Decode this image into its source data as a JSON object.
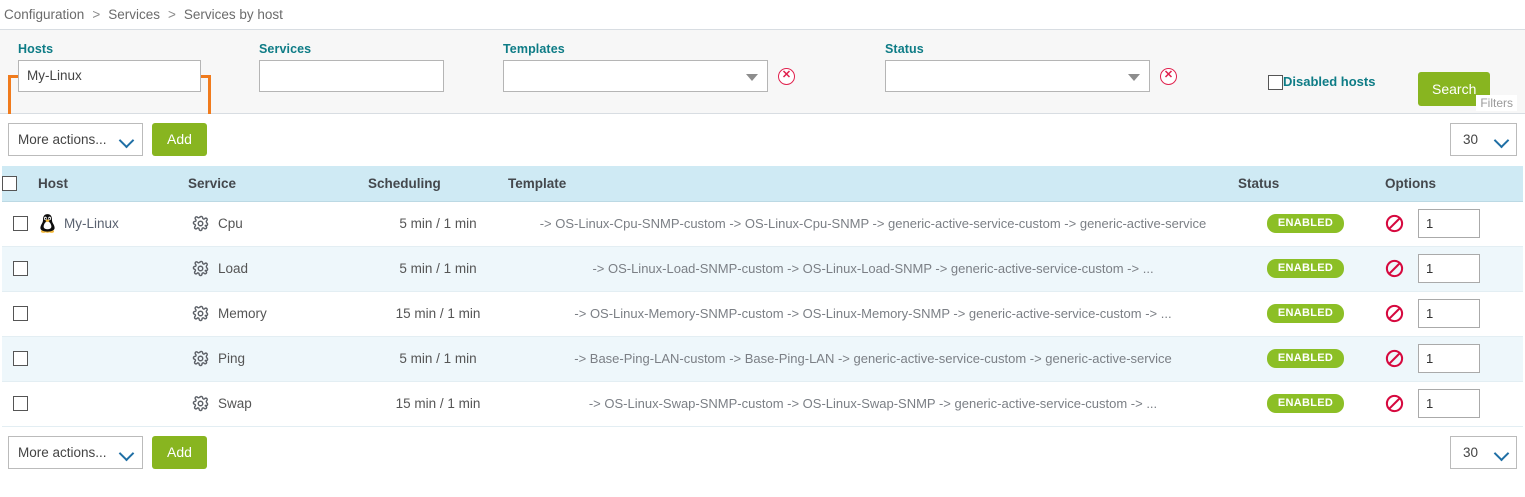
{
  "breadcrumb": {
    "items": [
      "Configuration",
      "Services",
      "Services by host"
    ],
    "separator": ">"
  },
  "filters": {
    "hosts": {
      "label": "Hosts",
      "value": "My-Linux",
      "highlighted": true
    },
    "services": {
      "label": "Services",
      "value": ""
    },
    "templates": {
      "label": "Templates",
      "value": "",
      "clear_icon": "clear-circle-icon"
    },
    "status": {
      "label": "Status",
      "value": "",
      "clear_icon": "clear-circle-icon"
    },
    "disabled_hosts": {
      "label": "Disabled hosts",
      "checked": false
    },
    "search_button": "Search",
    "filters_tag": "Filters",
    "accent_color": "#0e7c86",
    "highlight_color": "#f07b1d"
  },
  "toolbar": {
    "more_actions_label": "More actions...",
    "add_label": "Add",
    "page_size": "30"
  },
  "table": {
    "columns": [
      "Host",
      "Service",
      "Scheduling",
      "Template",
      "Status",
      "Options"
    ],
    "header_bg": "#cfeaf4",
    "rows": [
      {
        "host": "My-Linux",
        "host_icon": "tux-linux-icon",
        "service": "Cpu",
        "service_icon": "gear-icon",
        "scheduling": "5 min / 1 min",
        "template": "-> OS-Linux-Cpu-SNMP-custom -> OS-Linux-Cpu-SNMP -> generic-active-service-custom -> generic-active-service",
        "status": "ENABLED",
        "option_value": "1"
      },
      {
        "host": "",
        "host_icon": "",
        "service": "Load",
        "service_icon": "gear-icon",
        "scheduling": "5 min / 1 min",
        "template": "-> OS-Linux-Load-SNMP-custom -> OS-Linux-Load-SNMP -> generic-active-service-custom -> ...",
        "status": "ENABLED",
        "option_value": "1"
      },
      {
        "host": "",
        "host_icon": "",
        "service": "Memory",
        "service_icon": "gear-icon",
        "scheduling": "15 min / 1 min",
        "template": "-> OS-Linux-Memory-SNMP-custom -> OS-Linux-Memory-SNMP -> generic-active-service-custom -> ...",
        "status": "ENABLED",
        "option_value": "1"
      },
      {
        "host": "",
        "host_icon": "",
        "service": "Ping",
        "service_icon": "gear-icon",
        "scheduling": "5 min / 1 min",
        "template": "-> Base-Ping-LAN-custom -> Base-Ping-LAN -> generic-active-service-custom -> generic-active-service",
        "status": "ENABLED",
        "option_value": "1"
      },
      {
        "host": "",
        "host_icon": "",
        "service": "Swap",
        "service_icon": "gear-icon",
        "scheduling": "15 min / 1 min",
        "template": "-> OS-Linux-Swap-SNMP-custom -> OS-Linux-Swap-SNMP -> generic-active-service-custom -> ...",
        "status": "ENABLED",
        "option_value": "1"
      }
    ],
    "status_badge_color": "#8cbf26",
    "disable_icon": "deny-circle-icon"
  }
}
